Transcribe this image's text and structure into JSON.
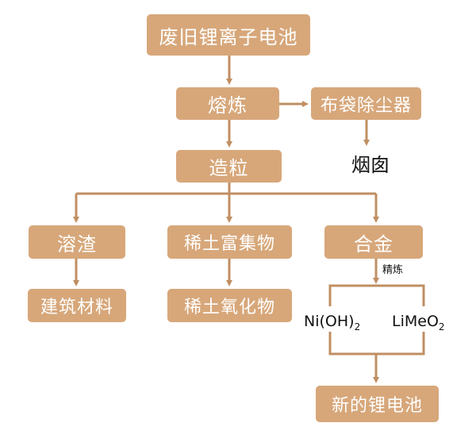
{
  "colors": {
    "box_fill": "#d7a77a",
    "line": "#c08f63",
    "text_on_box": "#ffffff",
    "plain_text": "#111111"
  },
  "nodes": {
    "waste_battery": "废旧锂离子电池",
    "smelting": "熔炼",
    "bag_dust_collector": "布袋除尘器",
    "chimney": "烟囱",
    "granulation": "造粒",
    "slag": "溶渣",
    "rare_earth_enriched": "稀土富集物",
    "alloy": "合金",
    "building_material": "建筑材料",
    "rare_earth_oxide": "稀土氧化物",
    "new_battery": "新的锂电池"
  },
  "labels": {
    "refining": "精炼",
    "nioh2_main": "Ni(OH)",
    "nioh2_sub": "2",
    "limeo2_main": "LiMeO",
    "limeo2_sub": "2"
  }
}
